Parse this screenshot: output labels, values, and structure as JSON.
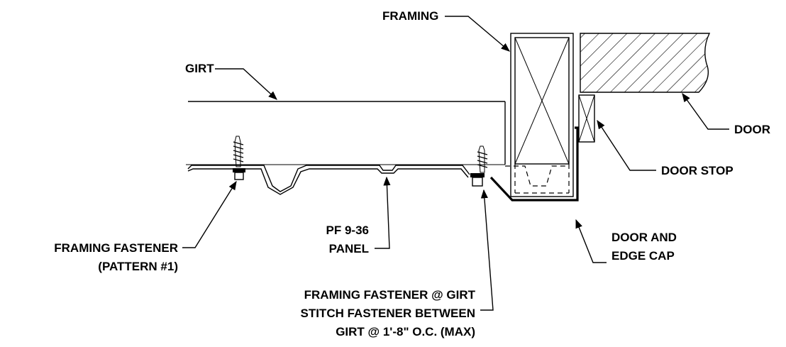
{
  "labels": {
    "framing": "FRAMING",
    "girt": "GIRT",
    "door": "DOOR",
    "door_stop": "DOOR STOP",
    "door_and_edge_cap_line1": "DOOR AND",
    "door_and_edge_cap_line2": "EDGE CAP",
    "framing_fastener_line1": "FRAMING  FASTENER",
    "framing_fastener_line2": "(PATTERN #1)",
    "panel_line1": "PF 9-36",
    "panel_line2": "PANEL",
    "girt_fastener_line1": "FRAMING FASTENER @ GIRT",
    "girt_fastener_line2": "STITCH FASTENER BETWEEN",
    "girt_fastener_line3": "GIRT @ 1'-8\" O.C. (MAX)"
  }
}
